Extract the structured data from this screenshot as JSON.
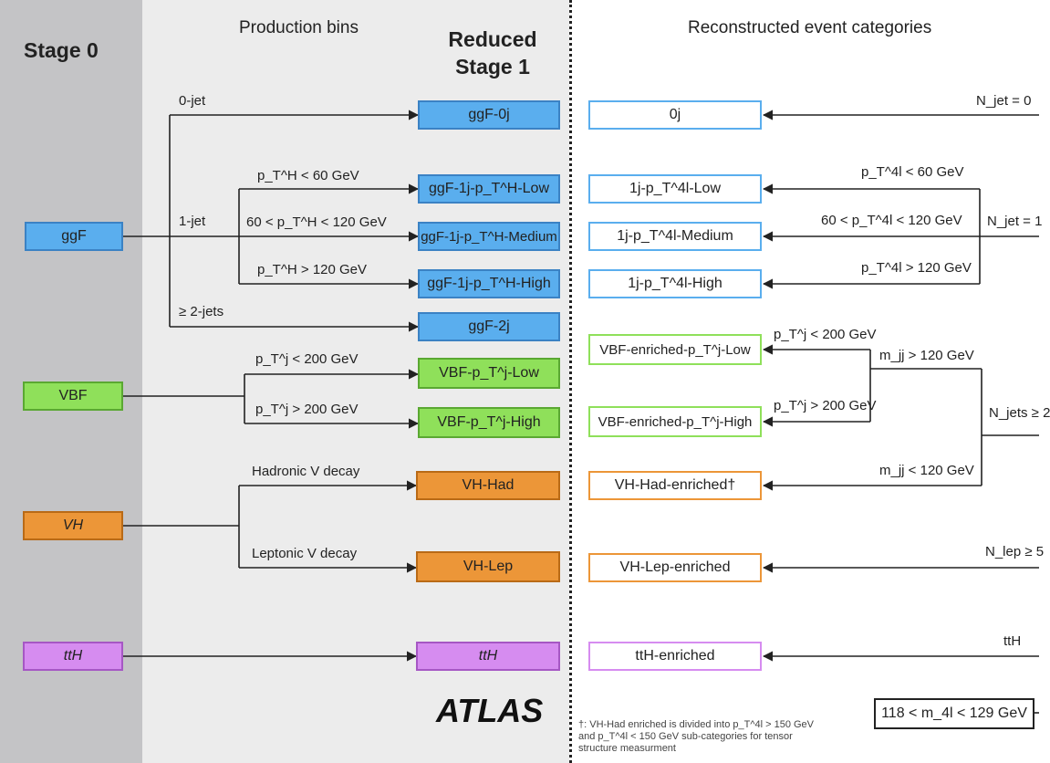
{
  "headers": {
    "stage0": "Stage 0",
    "production_bins": "Production bins",
    "reduced_line1": "Reduced",
    "reduced_line2": "Stage 1",
    "reco": "Reconstructed event categories"
  },
  "stage0": {
    "ggf": "ggF",
    "vbf": "VBF",
    "vh": "VH",
    "tth": "ttH"
  },
  "branches": {
    "jet0": "0-jet",
    "jet1": "1-jet",
    "jet2": "≥ 2-jets",
    "pth_low": "p_T^H < 60 GeV",
    "pth_med": "60 < p_T^H < 120 GeV",
    "pth_high": "p_T^H > 120 GeV",
    "ptj_low": "p_T^j < 200 GeV",
    "ptj_high": "p_T^j > 200 GeV",
    "had": "Hadronic V decay",
    "lep": "Leptonic V decay"
  },
  "stage1": {
    "ggf0j": "ggF-0j",
    "ggf1j_low": "ggF-1j-p_T^H-Low",
    "ggf1j_med": "ggF-1j-p_T^H-Medium",
    "ggf1j_high": "ggF-1j-p_T^H-High",
    "ggf2j": "ggF-2j",
    "vbf_low": "VBF-p_T^j-Low",
    "vbf_high": "VBF-p_T^j-High",
    "vh_had": "VH-Had",
    "vh_lep": "VH-Lep",
    "tth": "ttH"
  },
  "reco": {
    "c0j": "0j",
    "c1j_low": "1j-p_T^4l-Low",
    "c1j_med": "1j-p_T^4l-Medium",
    "c1j_high": "1j-p_T^4l-High",
    "vbf_low": "VBF-enriched-p_T^j-Low",
    "vbf_high": "VBF-enriched-p_T^j-High",
    "vh_had": "VH-Had-enriched†",
    "vh_lep": "VH-Lep-enriched",
    "tth": "ttH-enriched"
  },
  "conditions": {
    "njet0": "N_jet = 0",
    "njet1": "N_jet = 1",
    "njets2": "N_jets ≥ 2",
    "nlep5": "N_lep ≥ 5",
    "tth": "ttH",
    "pt4l_low": "p_T^4l < 60 GeV",
    "pt4l_med": "60 < p_T^4l < 120 GeV",
    "pt4l_high": "p_T^4l > 120 GeV",
    "ptj_low": "p_T^j < 200 GeV",
    "ptj_high": "p_T^j > 200 GeV",
    "mjj_high": "m_jj > 120 GeV",
    "mjj_low": "m_jj < 120 GeV",
    "mass_window": "118 < m_4l < 129 GeV"
  },
  "footnote": {
    "line1": "†: VH-Had enriched is divided into p_T^4l > 150 GeV",
    "line2": "and p_T^4l < 150 GeV sub-categories for tensor",
    "line3": "structure measurment"
  },
  "logo": "ATLAS",
  "colors": {
    "ggf": "#5aaeee",
    "vbf": "#8fe05a",
    "vh": "#ec9638",
    "tth": "#d68cf0"
  }
}
